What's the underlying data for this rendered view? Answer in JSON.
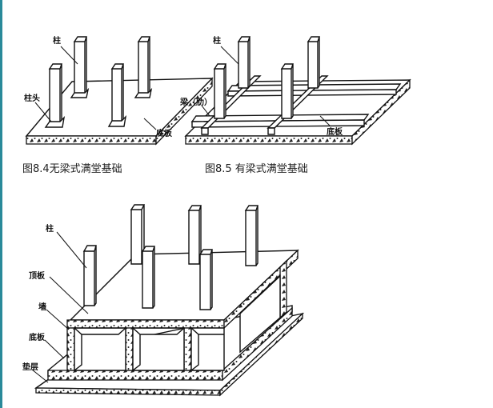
{
  "figure_84": {
    "caption": "图8.4无梁式满堂基础",
    "labels": {
      "column": "柱",
      "column_head": "柱头",
      "base_slab": "底板"
    }
  },
  "figure_85": {
    "caption": "图8.5 有梁式满堂基础",
    "labels": {
      "column": "柱",
      "beam_rib": "梁（肋）",
      "base_slab": "底板"
    }
  },
  "figure_box": {
    "labels": {
      "column": "柱",
      "top_slab": "顶板",
      "wall": "墙",
      "base_slab": "底板",
      "cushion": "垫层"
    }
  },
  "colors": {
    "edge": "#2a8a9a",
    "line": "#111111"
  }
}
